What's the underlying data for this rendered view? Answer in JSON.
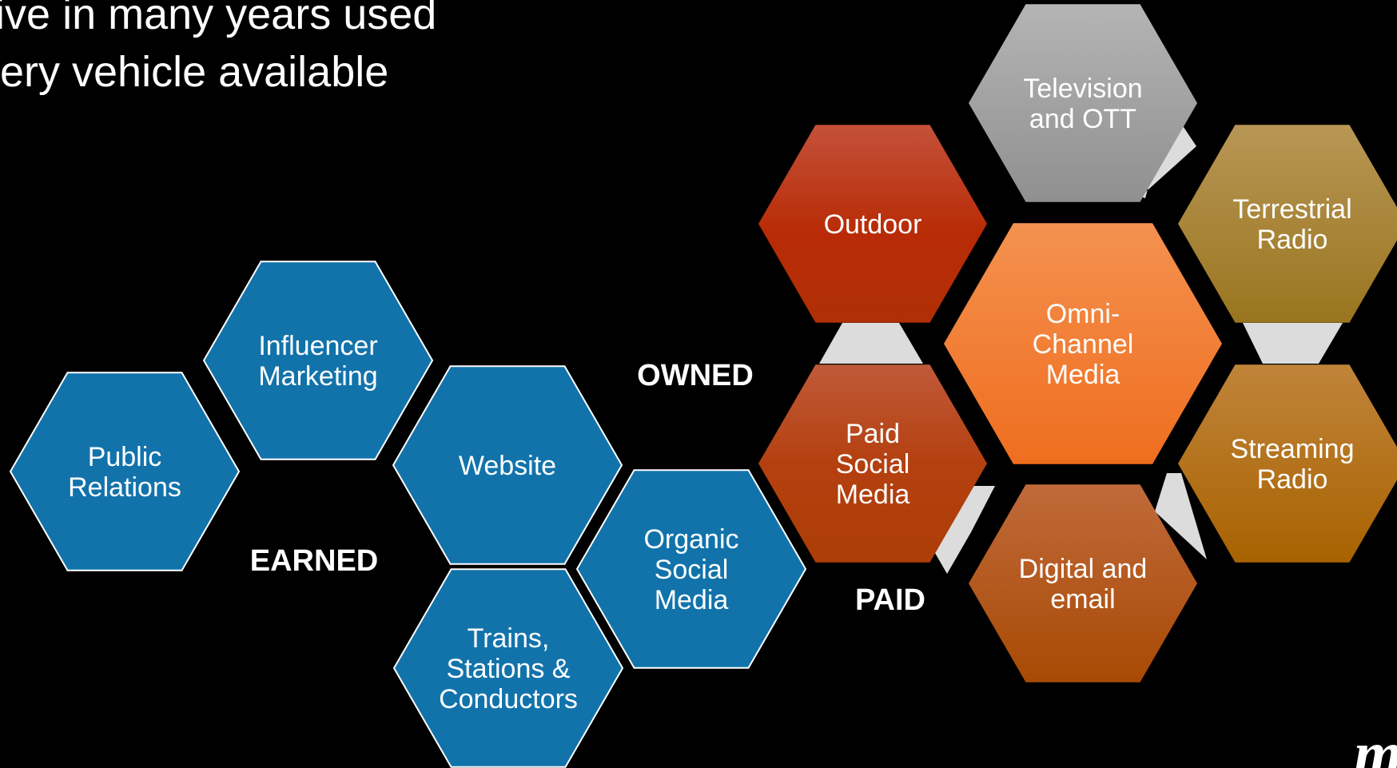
{
  "title": {
    "line1": "tiative in many years used",
    "line2": "ery vehicle available"
  },
  "sections": {
    "owned": "OWNED",
    "earned": "EARNED",
    "paid": "PAID"
  },
  "hexagons": [
    {
      "id": "public-relations",
      "lines": [
        "Public",
        "Relations"
      ],
      "group": "earned",
      "color": "#1273ab"
    },
    {
      "id": "influencer-marketing",
      "lines": [
        "Influencer",
        "Marketing"
      ],
      "group": "earned",
      "color": "#1273ab"
    },
    {
      "id": "website",
      "lines": [
        "Website"
      ],
      "group": "owned",
      "color": "#1273ab"
    },
    {
      "id": "organic-social-media",
      "lines": [
        "Organic",
        "Social",
        "Media"
      ],
      "group": "owned",
      "color": "#1273ab"
    },
    {
      "id": "trains-stations-conductors",
      "lines": [
        "Trains,",
        "Stations &",
        "Conductors"
      ],
      "group": "owned",
      "color": "#1273ab"
    },
    {
      "id": "outdoor",
      "lines": [
        "Outdoor"
      ],
      "group": "paid",
      "color": "#bb2f0a"
    },
    {
      "id": "paid-social-media",
      "lines": [
        "Paid",
        "Social",
        "Media"
      ],
      "group": "paid",
      "color": "#b5410f"
    },
    {
      "id": "television-and-ott",
      "lines": [
        "Television",
        "and OTT"
      ],
      "group": "paid",
      "color": "#9a9a9a"
    },
    {
      "id": "terrestrial-radio",
      "lines": [
        "Terrestrial",
        "Radio"
      ],
      "group": "paid",
      "color": "#a98434"
    },
    {
      "id": "streaming-radio",
      "lines": [
        "Streaming",
        "Radio"
      ],
      "group": "paid",
      "color": "#b26a06"
    },
    {
      "id": "digital-and-email",
      "lines": [
        "Digital and",
        "email"
      ],
      "group": "paid",
      "color": "#b5500f"
    },
    {
      "id": "omni-channel-media",
      "lines": [
        "Omni-",
        "Channel",
        "Media"
      ],
      "group": "paid",
      "color": "#f07b2c"
    }
  ],
  "logo": "m"
}
